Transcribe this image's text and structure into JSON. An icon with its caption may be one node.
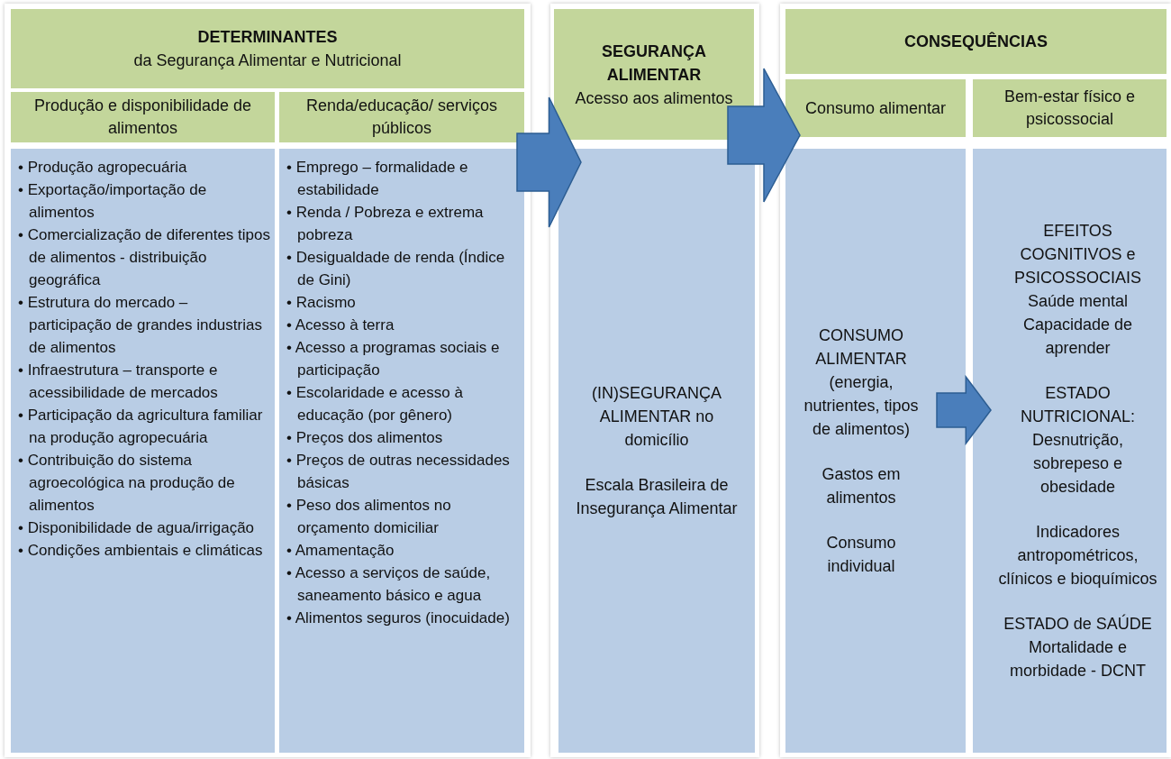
{
  "diagram": {
    "nodes": [
      {
        "text": [
          "DETERMINANTES",
          "da Segurança Alimentar e Nutricional"
        ]
      },
      {
        "text": [
          "Produção e disponibilidade de alimentos"
        ]
      },
      {
        "text": [
          "• Produção agropecuária",
          "• Exportação/importação de alimentos",
          "• Comercialização de diferentes tipos de alimentos - distribuição geográfica",
          "• Estrutura do mercado – participação de grandes industrias de alimentos",
          "• Infraestrutura – transporte e acessibilidade de mercados",
          "• Participação da agricultura familiar na produção agropecuária",
          "• Contribuição do sistema agroecológica na produção de alimentos",
          "• Disponibilidade de agua/irrigação",
          "• Condições ambientais e climáticas"
        ]
      },
      {
        "text": [
          "Renda/educação/ serviços públicos"
        ]
      },
      {
        "text": [
          "• Emprego – formalidade e estabilidade",
          "• Renda / Pobreza e extrema pobreza",
          "• Desigualdade de renda (Índice de Gini)",
          "• Racismo",
          "• Acesso à terra",
          "• Acesso a programas sociais e participação",
          "• Escolaridade e acesso à educação (por gênero)",
          "• Preços dos alimentos",
          "• Preços de outras necessidades básicas",
          "• Peso dos alimentos no orçamento domiciliar",
          "• Amamentação",
          "• Acesso a serviços de saúde, saneamento básico e agua",
          "• Alimentos seguros (inocuidade)"
        ]
      },
      {
        "text": [
          "SEGURANÇA ALIMENTAR",
          "Acesso aos alimentos"
        ]
      },
      {
        "text": [
          "(IN)SEGURANÇA ALIMENTAR no domicílio",
          "Escala Brasileira de Insegurança Alimentar"
        ]
      },
      {
        "text": [
          "CONSEQUÊNCIAS"
        ]
      },
      {
        "text": [
          "Consumo alimentar"
        ]
      },
      {
        "text": [
          "Bem-estar físico e psicossocial"
        ]
      },
      {
        "text": [
          "CONSUMO ALIMENTAR (energia, nutrientes, tipos de alimentos)",
          "Gastos em alimentos",
          "Consumo individual"
        ]
      },
      {
        "text": [
          "EFEITOS COGNITIVOS e PSICOSSOCIAIS Saúde mental Capacidade de aprender",
          "ESTADO NUTRICIONAL: Desnutrição, sobrepeso e obesidade",
          "Indicadores antropométricos, clínicos e bioquímicos",
          "ESTADO de SAÚDE Mortalidade e morbidade - DCNT"
        ]
      }
    ],
    "edges": [
      {
        "from": 4,
        "to": 6,
        "arrow": "to"
      },
      {
        "from": 6,
        "to": 10,
        "arrow": "to"
      },
      {
        "from": 10,
        "to": 11,
        "arrow": "to"
      }
    ]
  }
}
